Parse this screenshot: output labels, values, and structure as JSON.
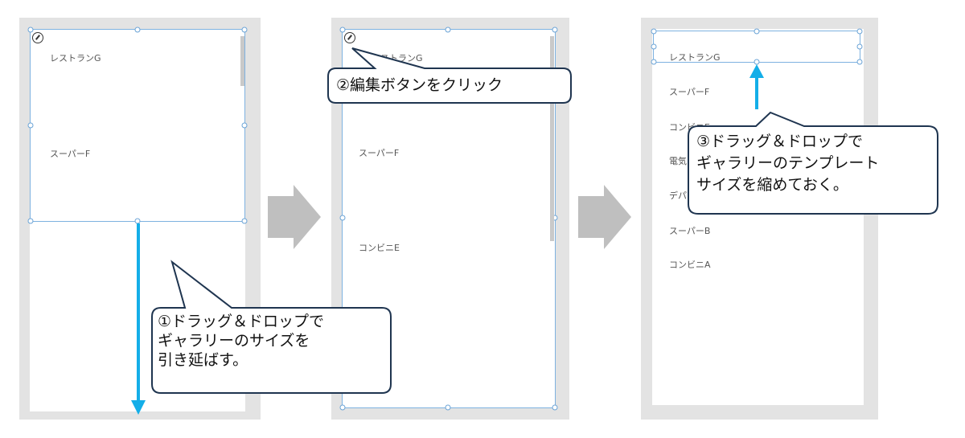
{
  "step1": {
    "items": [
      "レストランG",
      "スーパーF"
    ],
    "callout_lines": [
      "①ドラッグ＆ドロップで",
      "ギャラリーのサイズを",
      "引き延ばす。"
    ]
  },
  "step2": {
    "items": [
      "レストランG",
      "スーパーF",
      "コンビニE"
    ],
    "callout": "②編集ボタンをクリック"
  },
  "step3": {
    "items": [
      "レストランG",
      "スーパーF",
      "コンビニE",
      "電気",
      "デパ",
      "スーパーB",
      "コンビニA"
    ],
    "callout_lines": [
      "③ドラッグ＆ドロップで",
      "ギャラリーのテンプレート",
      "サイズを縮めておく。"
    ]
  },
  "colors": {
    "selection": "#7eb2e0",
    "accent_arrow": "#14aee8",
    "callout_border": "#1f3550",
    "next_arrow": "#bfbfbf"
  }
}
